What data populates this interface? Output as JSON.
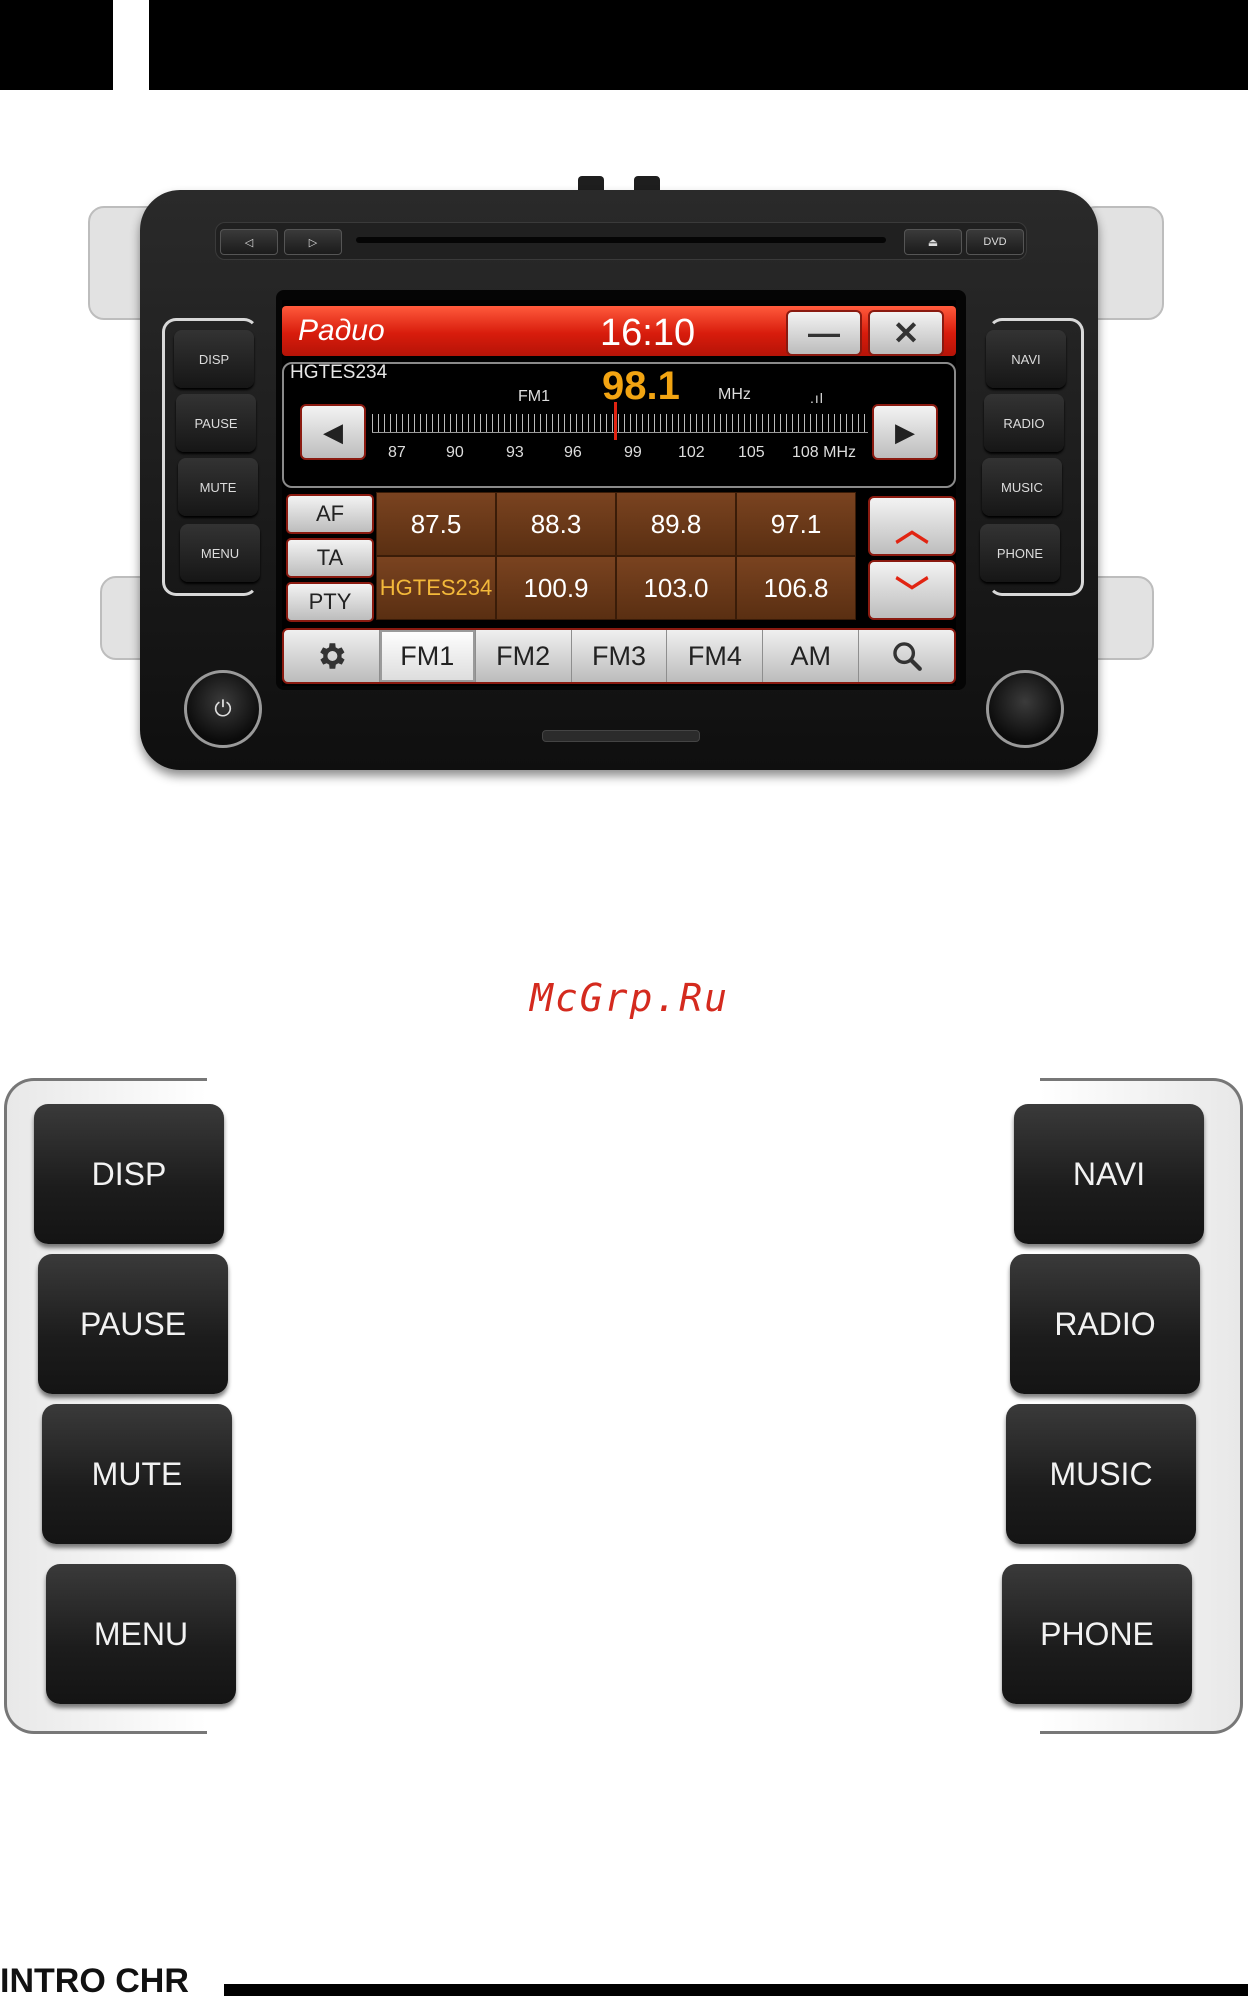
{
  "head_unit": {
    "disc_buttons": [
      "◁",
      "▷",
      "⏏",
      "DVD"
    ],
    "left_buttons": [
      "DISP",
      "PAUSE",
      "MUTE",
      "MENU"
    ],
    "right_buttons": [
      "NAVI",
      "RADIO",
      "MUSIC",
      "PHONE"
    ],
    "power_symbol": "⏻"
  },
  "screen": {
    "title": "Радио",
    "time": "16:10",
    "minimize_label": "—",
    "close_label": "✕",
    "tuner": {
      "station_name": "HGTES234",
      "band": "FM1",
      "frequency": "98.1",
      "unit": "MHz",
      "signal": ".ıl",
      "scale_labels": [
        "87",
        "90",
        "93",
        "96",
        "99",
        "102",
        "105",
        "108 MHz"
      ],
      "prev_label": "◀",
      "next_label": "▶"
    },
    "rds_buttons": [
      "AF",
      "TA",
      "PTY"
    ],
    "presets": [
      "87.5",
      "88.3",
      "89.8",
      "97.1",
      "HGTES234",
      "100.9",
      "103.0",
      "106.8"
    ],
    "up_label": "︿",
    "down_label": "﹀",
    "bands": [
      "FM1",
      "FM2",
      "FM3",
      "FM4",
      "AM"
    ],
    "active_band": "FM1",
    "icons": {
      "settings": "gear-icon",
      "search": "search-icon"
    }
  },
  "watermark": "McGrp.Ru",
  "closeup": {
    "left_buttons": [
      "DISP",
      "PAUSE",
      "MUTE",
      "MENU"
    ],
    "right_buttons": [
      "NAVI",
      "RADIO",
      "MUSIC",
      "PHONE"
    ]
  },
  "footer": {
    "text": "INTRO CHR"
  },
  "colors": {
    "title_bar": "#d81c0c",
    "frequency": "#f2a412",
    "preset_bg": "#6a3818",
    "accent_red": "#e12412"
  }
}
